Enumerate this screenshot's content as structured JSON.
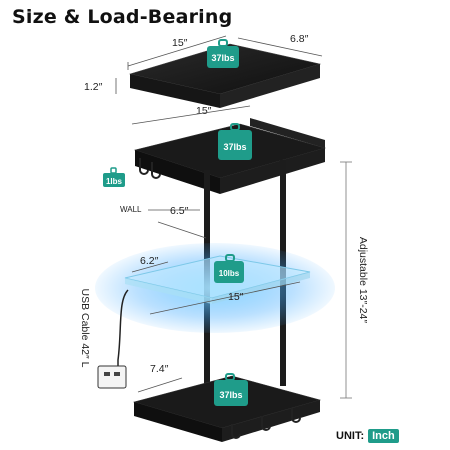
{
  "title": "Size & Load-Bearing",
  "dimensions": {
    "top_width": "15″",
    "top_depth": "6.8″",
    "top_height": "1.2″",
    "tray_width": "15″",
    "wall": "WALL",
    "wall_offset": "6.5″",
    "glass_depth": "6.2″",
    "glass_width": "15″",
    "bottom_depth": "7.4″",
    "adjustable": "Adjustable 13″-24″",
    "usb_cable": "USB Cable 42″ L"
  },
  "loads": {
    "top": "37lbs",
    "tray": "37lbs",
    "hook": "1lbs",
    "glass": "10lbs",
    "bottom": "37lbs"
  },
  "unit": {
    "label": "UNIT:",
    "value": "Inch"
  },
  "colors": {
    "badge": "#1f9c8a",
    "shelf": "#1b1b1b",
    "glow": "#3fa9ff"
  }
}
